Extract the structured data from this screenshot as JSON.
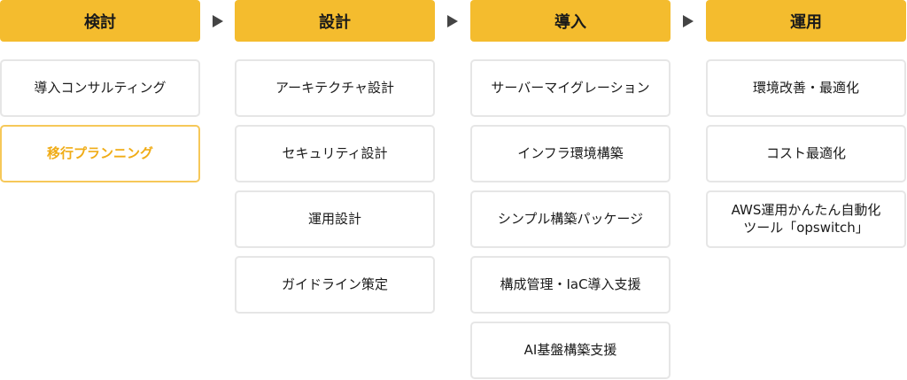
{
  "phases": [
    {
      "title": "検討",
      "items": [
        "導入コンサルティング",
        "移行プランニング"
      ],
      "active": 1
    },
    {
      "title": "設計",
      "items": [
        "アーキテクチャ設計",
        "セキュリティ設計",
        "運用設計",
        "ガイドライン策定"
      ],
      "active": -1
    },
    {
      "title": "導入",
      "items": [
        "サーバーマイグレーション",
        "インフラ環境構築",
        "シンプル構築パッケージ",
        "構成管理・IaC導入支援",
        "AI基盤構築支援"
      ],
      "active": -1
    },
    {
      "title": "運用",
      "items": [
        "環境改善・最適化",
        "コスト最適化",
        "AWS運用かんたん自動化\nツール「opswitch」"
      ],
      "active": -1
    }
  ],
  "colors": {
    "header": "#f4bc2e",
    "active_text": "#f0ac16",
    "active_border": "#f6c859"
  }
}
